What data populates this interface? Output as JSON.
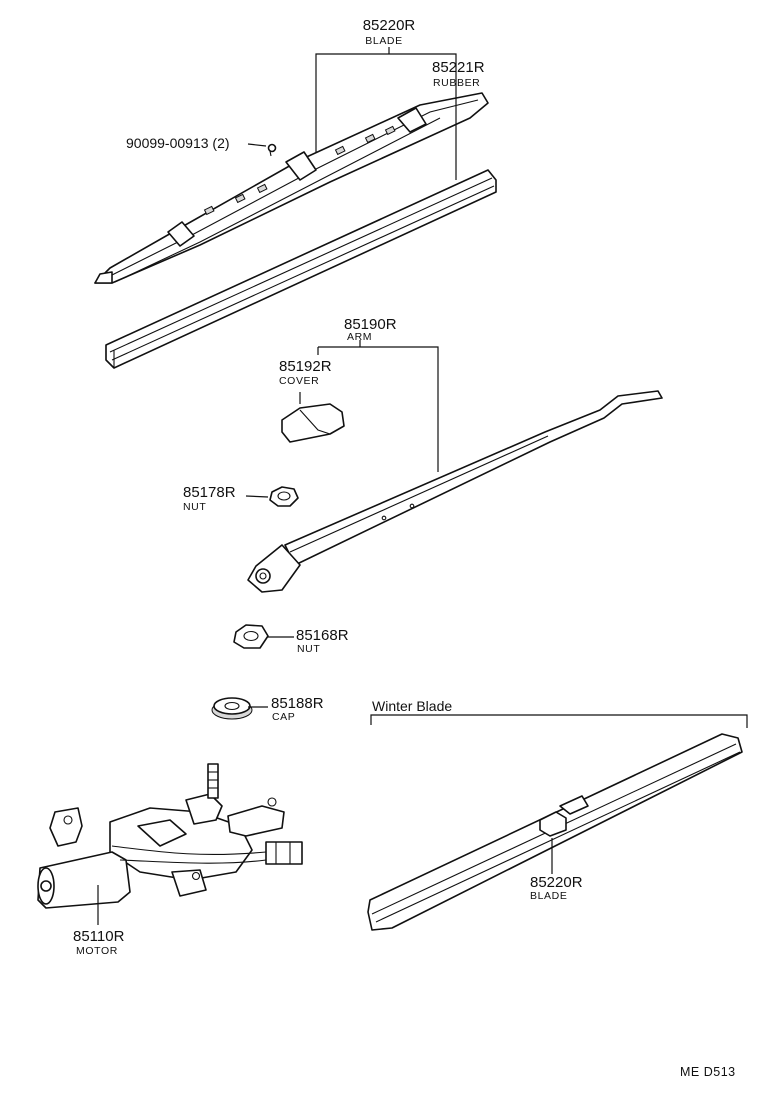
{
  "callouts": {
    "blade_top": {
      "part_no": "85220R",
      "name": "BLADE"
    },
    "rubber": {
      "part_no": "85221R",
      "name": "RUBBER"
    },
    "screw": {
      "part_no": "90099-00913 (2)"
    },
    "arm": {
      "part_no": "85190R",
      "name": "ARM"
    },
    "cover": {
      "part_no": "85192R",
      "name": "COVER"
    },
    "nut_upper": {
      "part_no": "85178R",
      "name": "NUT"
    },
    "nut_lower": {
      "part_no": "85168R",
      "name": "NUT"
    },
    "cap": {
      "part_no": "85188R",
      "name": "CAP"
    },
    "motor": {
      "part_no": "85110R",
      "name": "MOTOR"
    },
    "winter_blade": {
      "title": "Winter Blade",
      "part_no": "85220R",
      "name": "BLADE"
    }
  },
  "footer": {
    "code": "ME  D513"
  }
}
